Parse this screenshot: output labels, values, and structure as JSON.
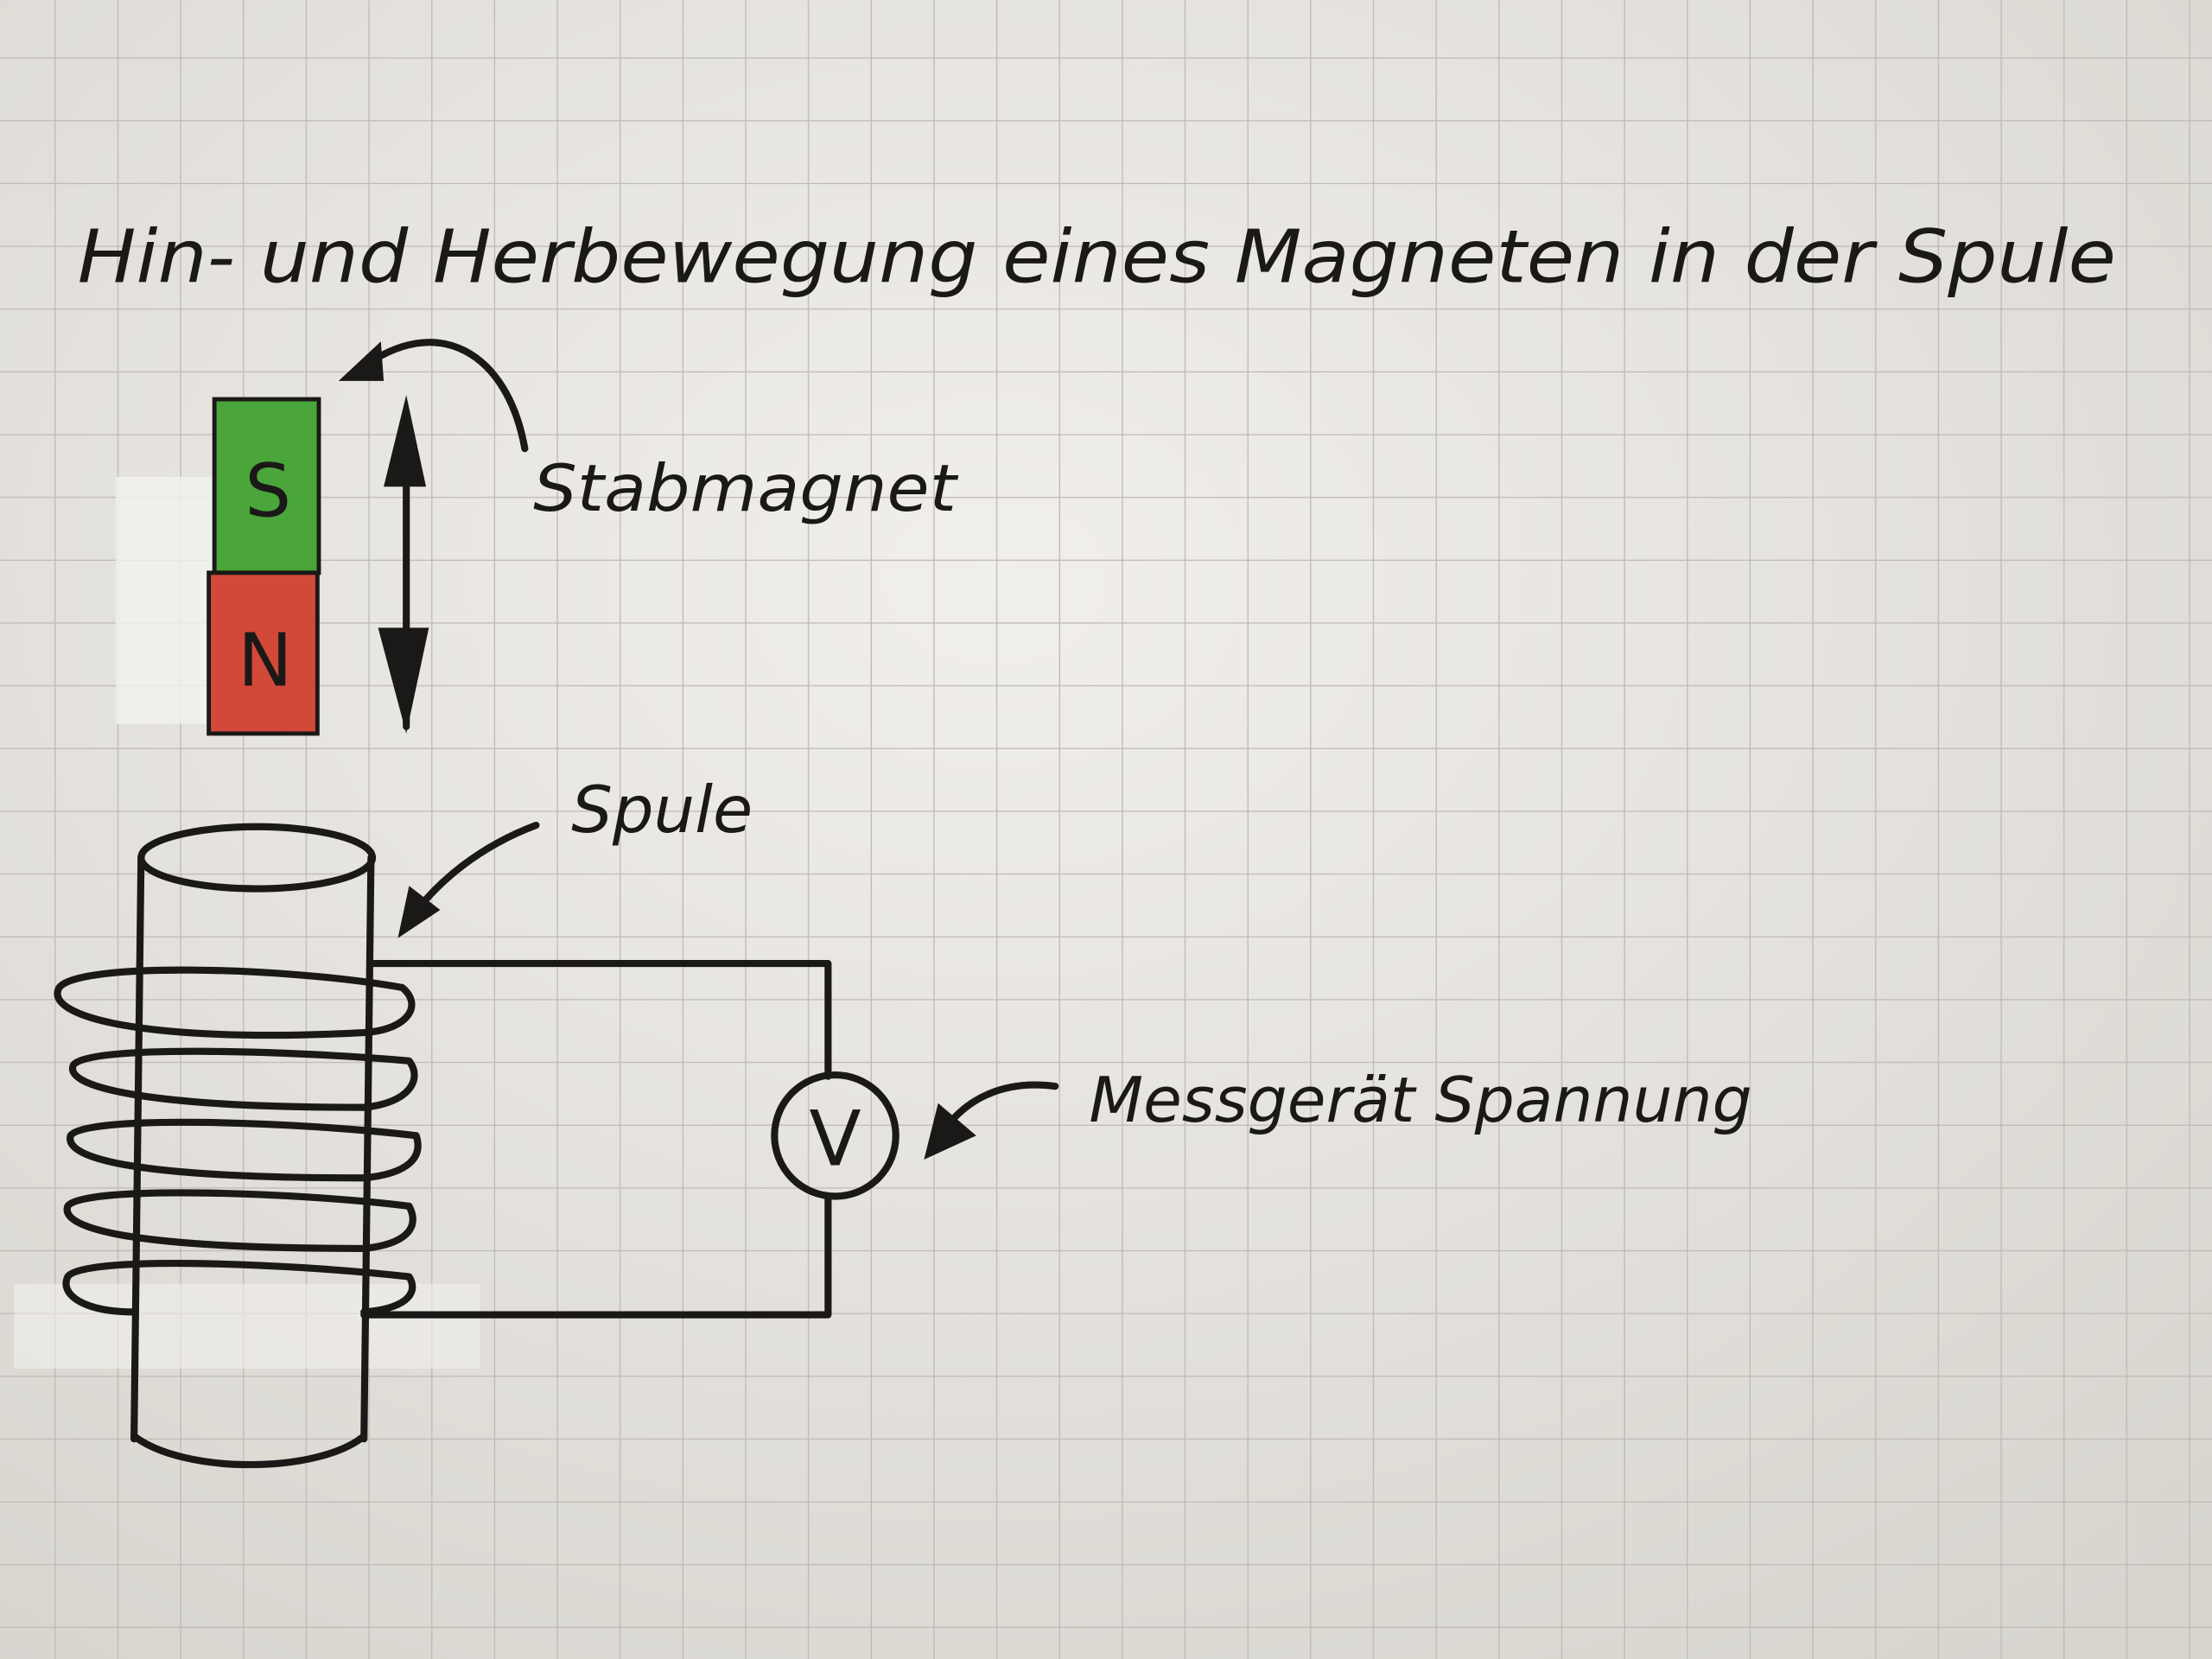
{
  "title": "Hin- und Herbewegung eines Magneten in der Spule",
  "labels": {
    "magnet": "Stabmagnet",
    "coil": "Spule",
    "meter": "Messgerät Spannung"
  },
  "magnet": {
    "south_pole": "S",
    "north_pole": "N",
    "south_color": "#4aa63a",
    "north_color": "#d2493a"
  },
  "voltmeter_symbol": "V",
  "colors": {
    "paper": "#e9e7e2",
    "grid": "#bdbab5",
    "ink": "#1b1918"
  }
}
